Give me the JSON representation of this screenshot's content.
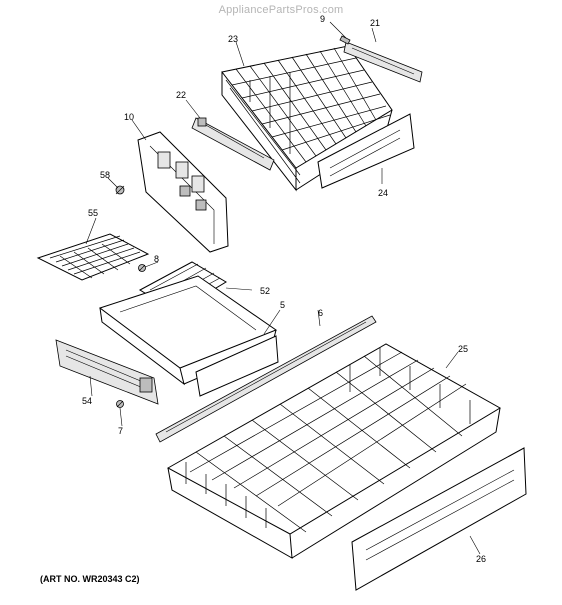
{
  "watermark": "AppliancePartsPros.com",
  "art_number": "(ART NO. WR20343 C2)",
  "callouts": {
    "c9": "9",
    "c21": "21",
    "c23": "23",
    "c22": "22",
    "c10": "10",
    "c24": "24",
    "c58": "58",
    "c55": "55",
    "c8": "8",
    "c52": "52",
    "c5": "5",
    "c6": "6",
    "c25": "25",
    "c54": "54",
    "c7": "7",
    "c26": "26"
  }
}
